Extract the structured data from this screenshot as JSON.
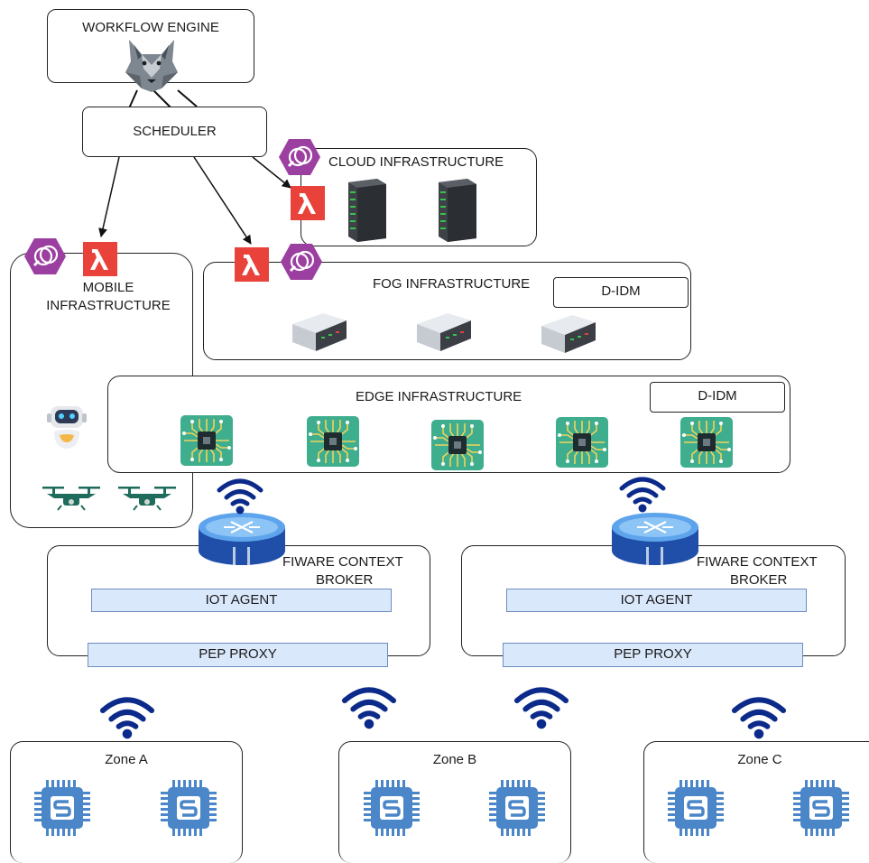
{
  "workflow_engine": {
    "title": "WORKFLOW ENGINE"
  },
  "scheduler": {
    "label": "SCHEDULER"
  },
  "cloud": {
    "title": "CLOUD INFRASTRUCTURE"
  },
  "fog": {
    "title": "FOG INFRASTRUCTURE",
    "didm": "D-IDM"
  },
  "mobile": {
    "title_line1": "MOBILE",
    "title_line2": "INFRASTRUCTURE"
  },
  "edge": {
    "title": "EDGE INFRASTRUCTURE",
    "didm": "D-IDM"
  },
  "brokers": [
    {
      "title_line1": "FIWARE CONTEXT",
      "title_line2": "BROKER",
      "iot_agent": "IOT AGENT",
      "pep_proxy": "PEP PROXY"
    },
    {
      "title_line1": "FIWARE CONTEXT",
      "title_line2": "BROKER",
      "iot_agent": "IOT AGENT",
      "pep_proxy": "PEP PROXY"
    }
  ],
  "zones": [
    {
      "label": "Zone A"
    },
    {
      "label": "Zone B"
    },
    {
      "label": "Zone C"
    }
  ],
  "colors": {
    "lambda": "#e8423a",
    "analytics_hex": "#9b3fa0",
    "wifi": "#0b2a8a",
    "chip": "#4a86c8",
    "bar_fill": "#dae8fc",
    "bar_border": "#6c8ebf"
  },
  "icons": [
    "wolf-icon",
    "lambda-icon",
    "analytics-hex-icon",
    "server-rack-icon",
    "server-unit-icon",
    "circuit-board-icon",
    "robot-icon",
    "drone-icon",
    "router-icon",
    "wifi-icon",
    "microchip-icon"
  ]
}
